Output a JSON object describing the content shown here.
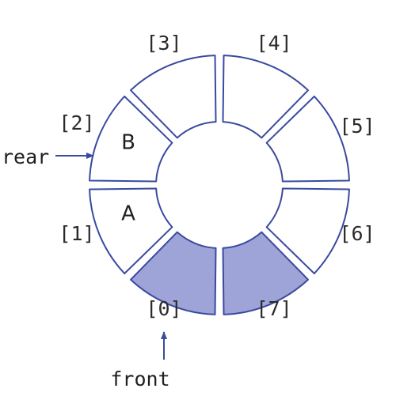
{
  "queue": {
    "slots": [
      {
        "index_label": "[0]",
        "value": "",
        "filled": false
      },
      {
        "index_label": "[1]",
        "value": "A",
        "filled": true
      },
      {
        "index_label": "[2]",
        "value": "B",
        "filled": true
      },
      {
        "index_label": "[3]",
        "value": "",
        "filled": false
      },
      {
        "index_label": "[4]",
        "value": "",
        "filled": false
      },
      {
        "index_label": "[5]",
        "value": "",
        "filled": false
      },
      {
        "index_label": "[6]",
        "value": "",
        "filled": false
      },
      {
        "index_label": "[7]",
        "value": "",
        "filled": false
      }
    ],
    "pointers": {
      "rear": "rear",
      "front": "front"
    }
  },
  "colors": {
    "outline": "#3a4a9e",
    "filled": "#9ea3d8",
    "empty": "#ffffff",
    "arrow": "#3a4a9e"
  }
}
